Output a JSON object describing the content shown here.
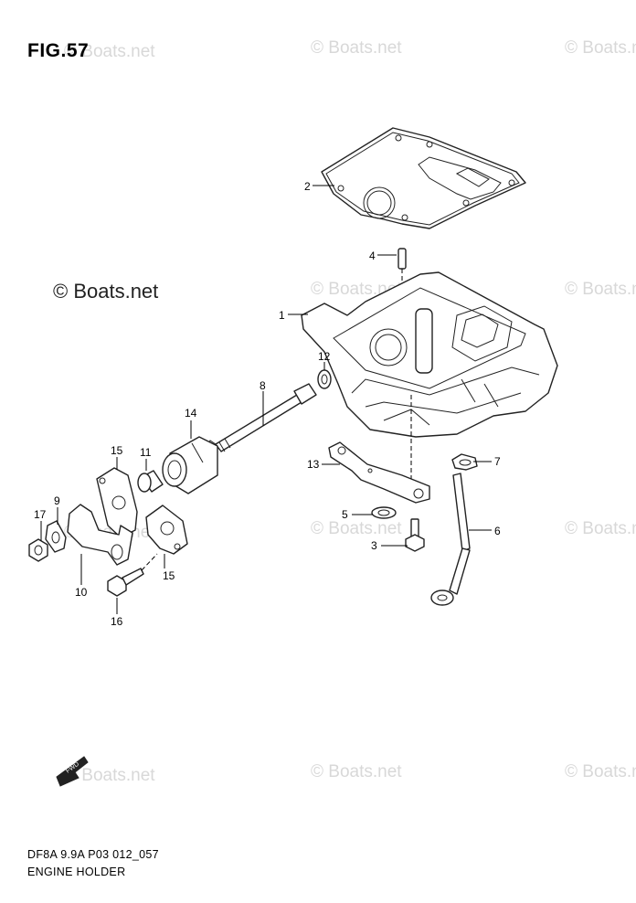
{
  "figure": {
    "title": "FIG.57",
    "code": "DF8A 9.9A P03 012_057",
    "caption": "ENGINE HOLDER"
  },
  "watermark": {
    "text": "© Boats.net",
    "color": "#d8d8d8"
  },
  "fwd_arrow": {
    "label": "FWD"
  },
  "callouts": [
    {
      "num": "1"
    },
    {
      "num": "2"
    },
    {
      "num": "3"
    },
    {
      "num": "4"
    },
    {
      "num": "5"
    },
    {
      "num": "6"
    },
    {
      "num": "7"
    },
    {
      "num": "8"
    },
    {
      "num": "9"
    },
    {
      "num": "10"
    },
    {
      "num": "11"
    },
    {
      "num": "12"
    },
    {
      "num": "13"
    },
    {
      "num": "14"
    },
    {
      "num": "15"
    },
    {
      "num": "15"
    },
    {
      "num": "16"
    },
    {
      "num": "17"
    }
  ]
}
